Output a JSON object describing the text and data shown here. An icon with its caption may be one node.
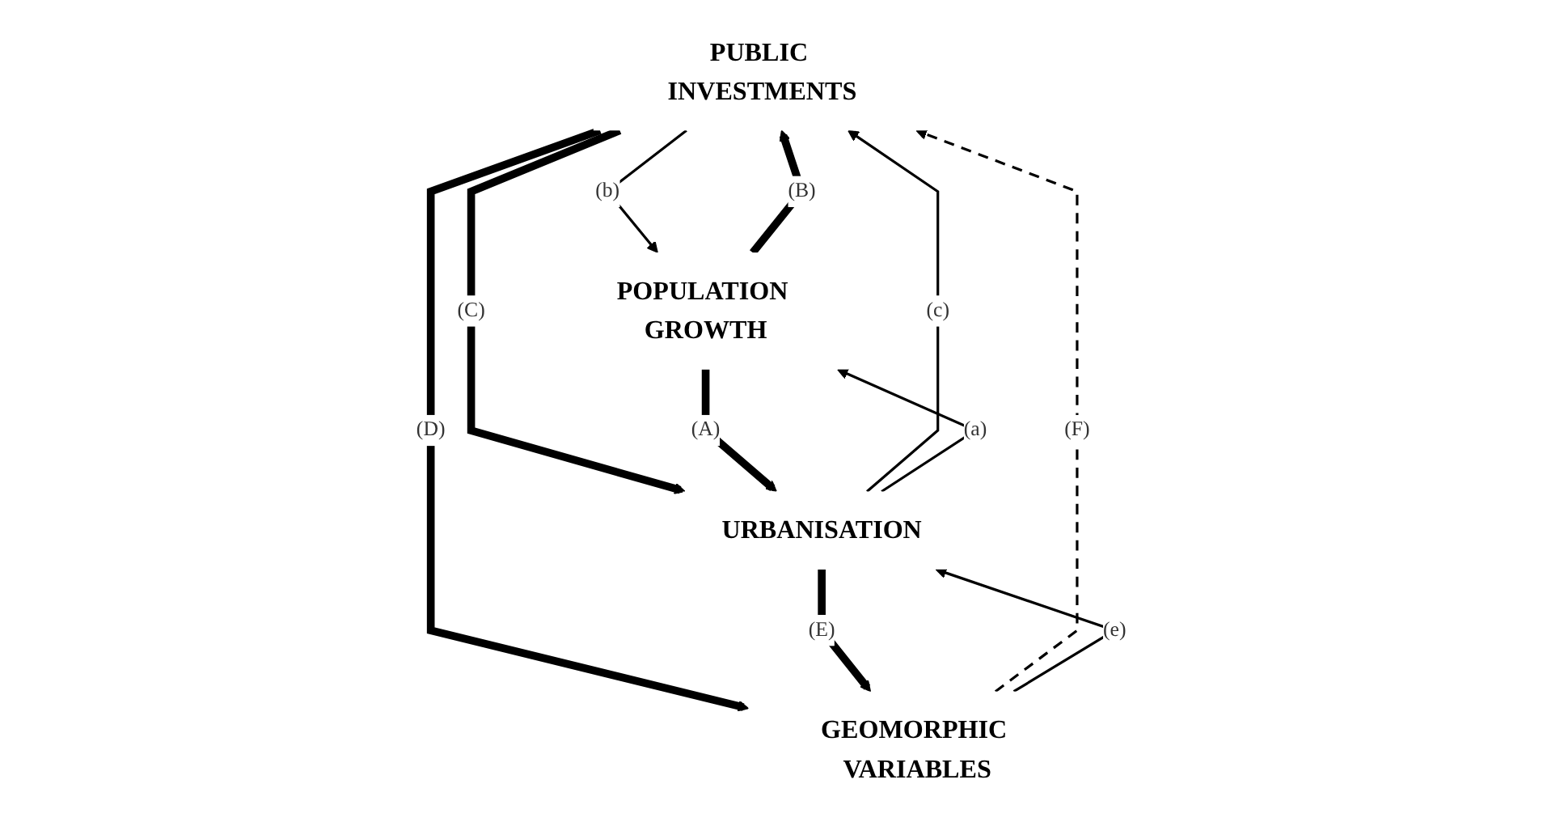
{
  "diagram": {
    "nodes": [
      {
        "text": [
          "PUBLIC INVESTMENTS"
        ]
      },
      {
        "text": [
          "POPULATION GROWTH"
        ]
      },
      {
        "text": [
          "GEOMORPHIC VARIABLES"
        ]
      },
      {
        "text": [
          "URBANISATION"
        ]
      }
    ],
    "edges": [
      {
        "from": 0,
        "to": 1,
        "arrow": "to",
        "label": "(b)"
      },
      {
        "from": 1,
        "to": 0,
        "arrow": "to",
        "label": "(B)",
        "style": "thick"
      },
      {
        "from": 3,
        "to": 0,
        "arrow": "to",
        "label": "(c)"
      },
      {
        "from": 0,
        "to": 3,
        "arrow": "to",
        "label": "(C)",
        "style": "thick"
      },
      {
        "from": 2,
        "to": 0,
        "arrow": "to",
        "label": "(F)",
        "style": "dashed"
      },
      {
        "from": 0,
        "to": 2,
        "arrow": "to",
        "label": "(D)",
        "style": "thick"
      },
      {
        "from": 1,
        "to": 3,
        "arrow": "to",
        "label": "(A)",
        "style": "thick"
      },
      {
        "from": 3,
        "to": 1,
        "arrow": "to",
        "label": "(a)"
      },
      {
        "from": 2,
        "to": 3,
        "arrow": "to",
        "label": "(e)"
      },
      {
        "from": 3,
        "to": 2,
        "arrow": "to",
        "label": "(E)",
        "style": "thick"
      }
    ]
  }
}
